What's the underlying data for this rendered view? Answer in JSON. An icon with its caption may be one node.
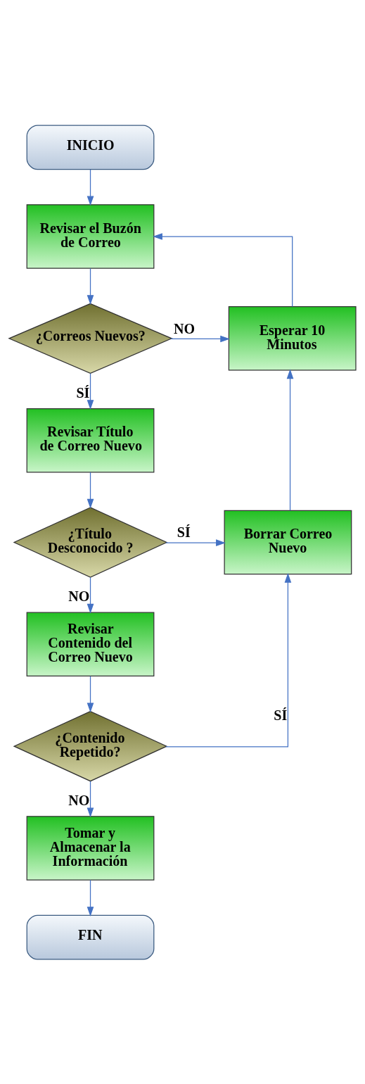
{
  "diagram": {
    "nodes": [
      {
        "text": [
          "INICIO"
        ]
      },
      {
        "text": [
          "Revisar el Buzón de Correo"
        ]
      },
      {
        "text": [
          "¿Correos Nuevos?"
        ]
      },
      {
        "text": [
          "Esperar 10 Minutos"
        ]
      },
      {
        "text": [
          "Revisar Título de Correo Nuevo"
        ]
      },
      {
        "text": [
          "¿Título Desconocido ?"
        ]
      },
      {
        "text": [
          "Borrar Correo Nuevo"
        ]
      },
      {
        "text": [
          "Revisar Contenido del Correo Nuevo"
        ]
      },
      {
        "text": [
          "¿Contenido Repetido?"
        ]
      },
      {
        "text": [
          "Tomar y Almacenar la Información"
        ]
      },
      {
        "text": [
          "FIN"
        ]
      }
    ],
    "edges": [
      {
        "from": 0,
        "to": 1,
        "arrow": "to"
      },
      {
        "from": 1,
        "to": 2,
        "arrow": "to"
      },
      {
        "from": 2,
        "to": 3,
        "arrow": "to",
        "label": "NO"
      },
      {
        "from": 3,
        "to": 1,
        "arrow": "to"
      },
      {
        "from": 2,
        "to": 4,
        "arrow": "to",
        "label": "SÍ"
      },
      {
        "from": 4,
        "to": 5,
        "arrow": "to"
      },
      {
        "from": 5,
        "to": 6,
        "arrow": "to",
        "label": "SÍ"
      },
      {
        "from": 6,
        "to": 3,
        "arrow": "to"
      },
      {
        "from": 5,
        "to": 7,
        "arrow": "to",
        "label": "NO"
      },
      {
        "from": 7,
        "to": 8,
        "arrow": "to"
      },
      {
        "from": 8,
        "to": 6,
        "arrow": "to",
        "label": "SÍ"
      },
      {
        "from": 8,
        "to": 9,
        "arrow": "to",
        "label": "NO"
      },
      {
        "from": 9,
        "to": 10,
        "arrow": "to"
      }
    ]
  }
}
